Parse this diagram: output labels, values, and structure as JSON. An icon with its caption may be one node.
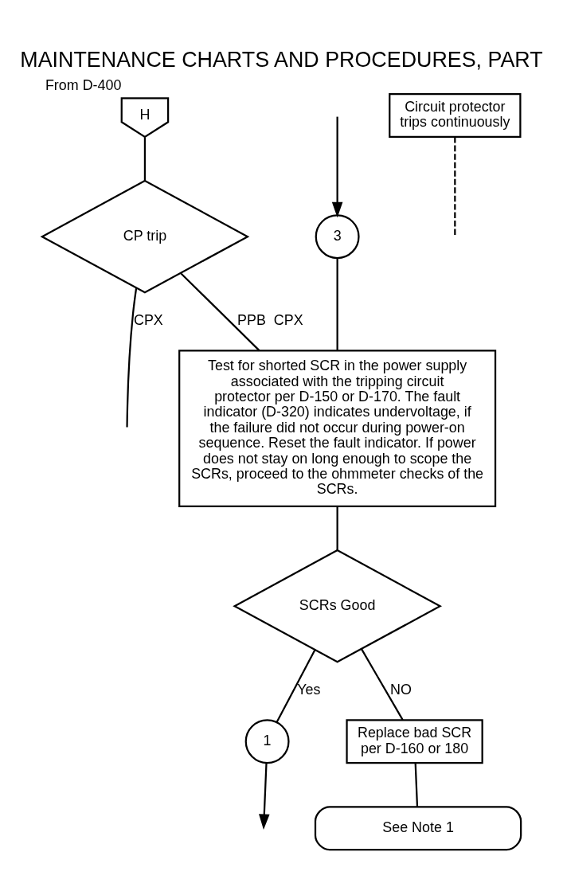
{
  "diagram": {
    "title": "MAINTENANCE CHARTS AND PROCEDURES, PART",
    "nodes": [
      {
        "text": [
          "H"
        ],
        "beside": [
          "From D-400"
        ]
      },
      {
        "text": [
          "Circuit protector trips continuously"
        ]
      },
      {
        "text": [
          "CP trip"
        ]
      },
      {
        "text": [
          "3"
        ]
      },
      {
        "text": [
          "Test for shorted SCR in the power supply associated with the tripping circuit protector per D-150 or D-170. The fault indicator (D-320) indicates undervoltage, if the failure did not occur during power-on sequence. Reset the fault indicator. If power does not stay on long enough to scope the SCRs, proceed to the ohmmeter checks of the SCRs."
        ]
      },
      {
        "text": [
          "SCRs Good"
        ]
      },
      {
        "text": [
          "1"
        ]
      },
      {
        "text": [
          "Replace bad SCR per D-160 or 180"
        ]
      },
      {
        "text": [
          "See Note 1"
        ]
      }
    ],
    "edges": [
      {
        "from": 0,
        "to": 2,
        "arrow": "none"
      },
      {
        "from": 1,
        "to": null,
        "arrow": "none",
        "style": "dashed"
      },
      {
        "from": 2,
        "to": null,
        "arrow": "none",
        "label": "CPX"
      },
      {
        "from": 2,
        "to": 4,
        "arrow": "none",
        "label": "PPB  CPX"
      },
      {
        "from": 3,
        "to": 4,
        "arrow": "none"
      },
      {
        "from": null,
        "to": 3,
        "arrow": "to"
      },
      {
        "from": 4,
        "to": 5,
        "arrow": "none"
      },
      {
        "from": 5,
        "to": 6,
        "arrow": "none",
        "label": "Yes"
      },
      {
        "from": 6,
        "to": null,
        "arrow": "to"
      },
      {
        "from": 5,
        "to": 7,
        "arrow": "none",
        "label": "NO"
      },
      {
        "from": 7,
        "to": 8,
        "arrow": "none"
      }
    ]
  }
}
